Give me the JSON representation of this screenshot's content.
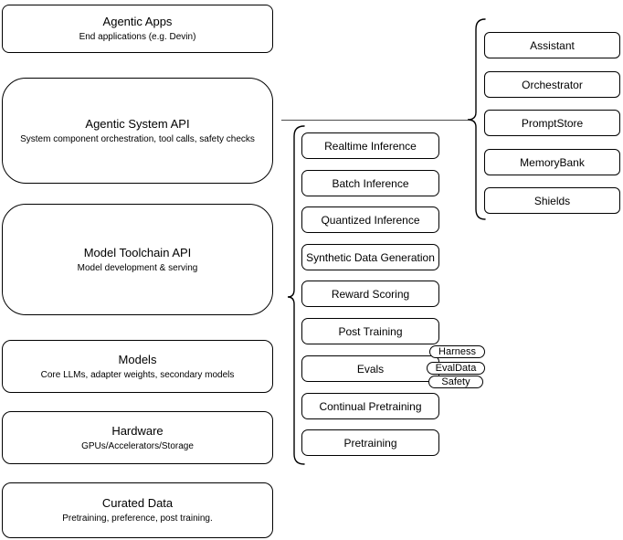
{
  "diagram": {
    "colors": {
      "background": "#ffffff",
      "node_fill": "#ffffff",
      "node_stroke": "#000000",
      "connector": "#4d4d4d"
    },
    "left_column": [
      {
        "title": "Agentic Apps",
        "subtitle": "End applications (e.g. Devin)"
      },
      {
        "title": "Agentic System API",
        "subtitle": "System component orchestration, tool calls, safety checks"
      },
      {
        "title": "Model Toolchain API",
        "subtitle": "Model development & serving"
      },
      {
        "title": "Models",
        "subtitle": "Core LLMs, adapter weights, secondary models"
      },
      {
        "title": "Hardware",
        "subtitle": "GPUs/Accelerators/Storage"
      },
      {
        "title": "Curated Data",
        "subtitle": "Pretraining, preference, post training."
      }
    ],
    "toolchain_components": [
      "Realtime Inference",
      "Batch Inference",
      "Quantized Inference",
      "Synthetic Data Generation",
      "Reward Scoring",
      "Post Training",
      "Evals",
      "Continual Pretraining",
      "Pretraining"
    ],
    "eval_tags": [
      "Harness",
      "EvalData",
      "Safety"
    ],
    "system_components": [
      "Assistant",
      "Orchestrator",
      "PromptStore",
      "MemoryBank",
      "Shields"
    ]
  }
}
